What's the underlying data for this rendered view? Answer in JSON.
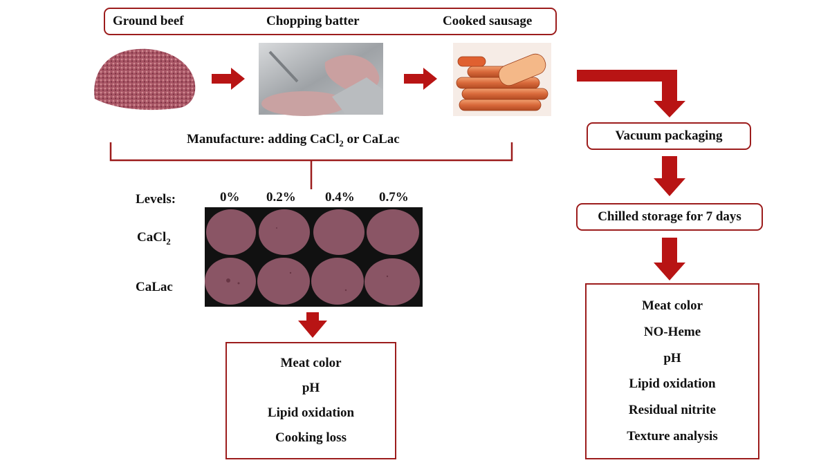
{
  "stages": {
    "ground_beef": "Ground beef",
    "chopping_batter": "Chopping batter",
    "cooked_sausage": "Cooked sausage"
  },
  "manufacture": {
    "prefix": "Manufacture: adding CaCl",
    "sub": "2",
    "suffix": " or CaLac"
  },
  "levels": {
    "label": "Levels:",
    "values": [
      "0%",
      "0.2%",
      "0.4%",
      "0.7%"
    ]
  },
  "rows": {
    "cacl2": {
      "base": "CaCl",
      "sub": "2"
    },
    "calac": "CaLac"
  },
  "left_analysis": [
    "Meat color",
    "pH",
    "Lipid oxidation",
    "Cooking loss"
  ],
  "right_flow": {
    "vacuum": "Vacuum packaging",
    "chilled": "Chilled storage for 7 days"
  },
  "right_analysis": [
    "Meat color",
    "NO-Heme",
    "pH",
    "Lipid oxidation",
    "Residual nitrite",
    "Texture analysis"
  ],
  "colors": {
    "accent": "#b81414",
    "border": "#9c1c1c",
    "sample": "#8a5565"
  }
}
